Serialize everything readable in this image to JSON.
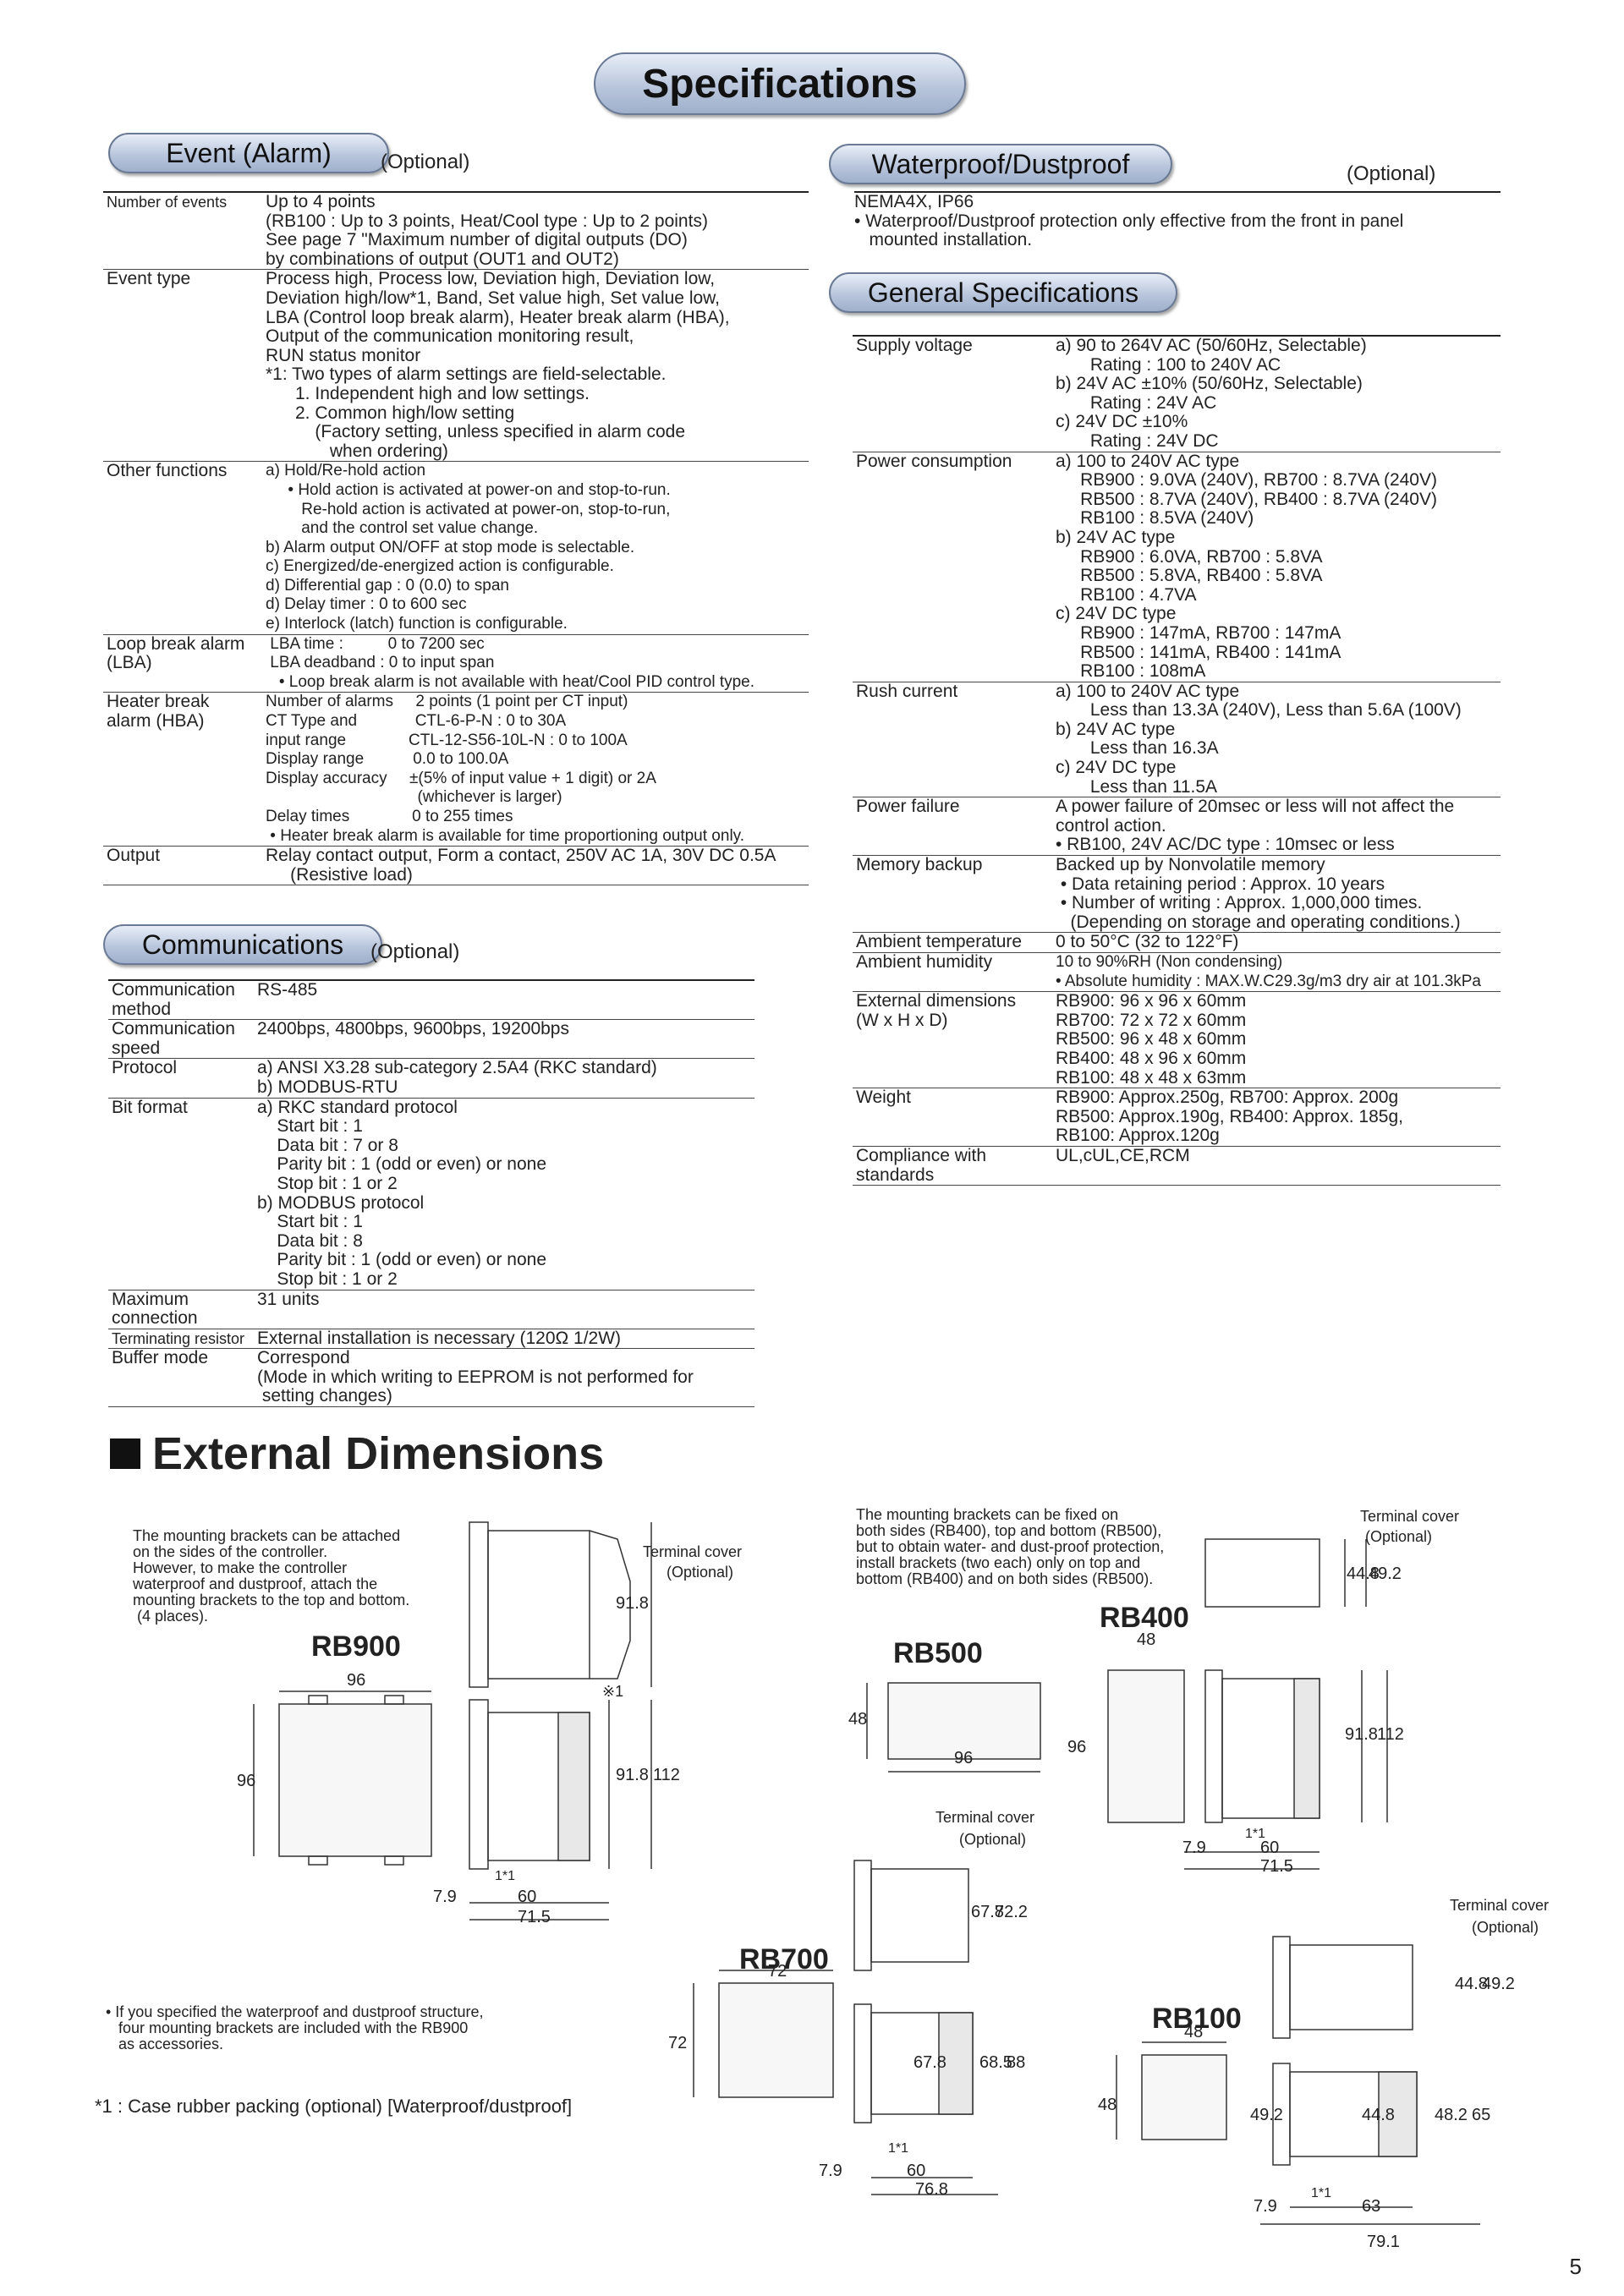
{
  "title": "Specifications",
  "page_number": "5",
  "event": {
    "heading": "Event (Alarm)",
    "optional": "(Optional)",
    "rows": [
      {
        "label": "Number of events",
        "value": "Up to 4 points\n(RB100 : Up to 3 points, Heat/Cool type : Up to 2 points)\nSee page 7 \"Maximum number of digital outputs (DO)\nby combinations of output (OUT1 and OUT2)"
      },
      {
        "label": "Event type",
        "value": "Process high, Process low, Deviation high, Deviation low,\nDeviation high/low*1, Band, Set value high, Set value low,\nLBA (Control loop break alarm), Heater break alarm (HBA),\nOutput of the communication monitoring result,\nRUN status monitor\n*1: Two types of alarm settings are field-selectable.\n      1. Independent high and low settings.\n      2. Common high/low setting\n          (Factory setting, unless specified in alarm code\n             when ordering)"
      },
      {
        "label": "Other functions",
        "value": "a) Hold/Re-hold action\n     • Hold action is activated at power-on and stop-to-run.\n        Re-hold action is activated at power-on, stop-to-run,\n        and the control set value change.\nb) Alarm output ON/OFF at stop mode is selectable.\nc) Energized/de-energized action is configurable.\nd) Differential gap : 0 (0.0) to span\nd) Delay timer : 0 to 600 sec\ne) Interlock (latch) function is configurable."
      },
      {
        "label": "Loop break alarm\n(LBA)",
        "value": " LBA time :          0 to 7200 sec\n LBA deadband : 0 to input span\n   • Loop break alarm is not available with heat/Cool PID control type."
      },
      {
        "label": "Heater break\nalarm (HBA)",
        "value": "Number of alarms     2 points (1 point per CT input)\nCT Type and             CTL-6-P-N : 0 to 30A\ninput range              CTL-12-S56-10L-N : 0 to 100A\nDisplay range           0.0 to 100.0A\nDisplay accuracy     ±(5% of input value + 1 digit) or 2A\n                                  (whichever is larger)\nDelay times              0 to 255 times\n • Heater break alarm is available for time proportioning output only."
      },
      {
        "label": "Output",
        "value": "Relay contact output, Form a contact, 250V AC 1A, 30V DC 0.5A\n     (Resistive load)"
      }
    ]
  },
  "communications": {
    "heading": "Communications",
    "optional": "(Optional)",
    "rows": [
      {
        "label": "Communication\nmethod",
        "value": "RS-485"
      },
      {
        "label": "Communication\nspeed",
        "value": "2400bps, 4800bps, 9600bps, 19200bps"
      },
      {
        "label": "Protocol",
        "value": "a) ANSI X3.28 sub-category 2.5A4 (RKC standard)\nb) MODBUS-RTU"
      },
      {
        "label": "Bit format",
        "value": "a) RKC standard protocol\n    Start bit : 1\n    Data bit : 7 or 8\n    Parity bit : 1 (odd or even) or none\n    Stop bit : 1 or 2\nb) MODBUS protocol\n    Start bit : 1\n    Data bit : 8\n    Parity bit : 1 (odd or even) or none\n    Stop bit : 1 or 2"
      },
      {
        "label": "Maximum\nconnection",
        "value": "31 units"
      },
      {
        "label": "Terminating resistor",
        "value": "External installation is necessary (120Ω 1/2W)"
      },
      {
        "label": "Buffer mode",
        "value": "Correspond\n(Mode in which writing to EEPROM is not performed for\n setting changes)"
      }
    ]
  },
  "waterproof": {
    "heading": "Waterproof/Dustproof",
    "optional": "(Optional)",
    "text": "NEMA4X, IP66\n• Waterproof/Dustproof protection only effective from the front in panel\n   mounted installation."
  },
  "general": {
    "heading": "General Specifications",
    "rows": [
      {
        "label": "Supply voltage",
        "value": "a) 90 to 264V AC (50/60Hz, Selectable)\n       Rating : 100 to 240V AC\nb) 24V AC ±10% (50/60Hz, Selectable)\n       Rating : 24V AC\nc) 24V DC ±10%\n       Rating : 24V DC"
      },
      {
        "label": "Power consumption",
        "value": "a) 100 to 240V AC type\n     RB900 : 9.0VA (240V), RB700 : 8.7VA (240V)\n     RB500 : 8.7VA (240V), RB400 : 8.7VA (240V)\n     RB100 : 8.5VA (240V)\nb) 24V AC type\n     RB900 : 6.0VA, RB700 : 5.8VA\n     RB500 : 5.8VA, RB400 : 5.8VA\n     RB100 : 4.7VA\nc) 24V DC type\n     RB900 : 147mA, RB700 : 147mA\n     RB500 : 141mA, RB400 : 141mA\n     RB100 : 108mA"
      },
      {
        "label": "Rush current",
        "value": "a) 100 to 240V AC type\n       Less than 13.3A (240V), Less than 5.6A (100V)\nb) 24V AC type\n       Less than 16.3A\nc) 24V DC type\n       Less than 11.5A"
      },
      {
        "label": "Power failure",
        "value": "A power failure of 20msec or less will not affect the\ncontrol action.\n• RB100, 24V AC/DC type : 10msec or less"
      },
      {
        "label": "Memory backup",
        "value": "Backed up by Nonvolatile memory\n • Data retaining period : Approx. 10 years\n • Number of writing : Approx. 1,000,000 times.\n   (Depending on storage and operating conditions.)"
      },
      {
        "label": "Ambient temperature",
        "value": "0 to 50°C (32 to 122°F)"
      },
      {
        "label": "Ambient humidity",
        "value": "10 to 90%RH (Non condensing)\n• Absolute humidity : MAX.W.C29.3g/m3 dry air at 101.3kPa"
      },
      {
        "label": "External dimensions\n(W x H x D)",
        "value": "RB900: 96 x 96 x 60mm\nRB700: 72 x 72 x 60mm\nRB500: 96 x 48 x 60mm\nRB400: 48 x 96 x 60mm\nRB100: 48 x 48 x 63mm"
      },
      {
        "label": "Weight",
        "value": "RB900: Approx.250g, RB700: Approx. 200g\nRB500: Approx.190g, RB400: Approx. 185g,\nRB100: Approx.120g"
      },
      {
        "label": "Compliance with\nstandards",
        "value": "UL,cUL,CE,RCM"
      }
    ]
  },
  "external": {
    "heading": "External Dimensions",
    "note_left": "The mounting brackets can be attached\non the sides of the controller.\nHowever, to make the controller\nwaterproof and dustproof, attach the\nmounting brackets to the top and bottom.\n (4 places).",
    "note_right": "The mounting brackets can be fixed on\nboth sides (RB400), top and bottom (RB500),\nbut to obtain water- and dust-proof protection,\ninstall brackets (two each) only on top and\nbottom (RB400) and on both sides (RB500).",
    "note_rb900": "• If you specified the waterproof and dustproof structure,\n   four mounting brackets are included with the RB900\n   as accessories.",
    "footnote": "*1 : Case rubber packing (optional) [Waterproof/dustproof]",
    "terminal_cover": "Terminal cover",
    "optional": "(Optional)",
    "models": [
      "RB900",
      "RB500",
      "RB400",
      "RB700",
      "RB100"
    ],
    "star1": "※1",
    "one_star": "1*1",
    "dims": {
      "rb900": {
        "w": "96",
        "h": "96",
        "d1": "91.8",
        "d2": "112",
        "s1": "7.9",
        "s2": "60",
        "s3": "71.5"
      },
      "rb500": {
        "w": "96",
        "h": "48"
      },
      "rb400": {
        "w": "48",
        "h": "96",
        "d1": "91.8",
        "d2": "112",
        "t1": "44.8",
        "t2": "49.2",
        "s1": "7.9",
        "s2": "60",
        "s3": "71.5"
      },
      "rb700": {
        "w": "72",
        "h": "72",
        "t1": "67.8",
        "t2": "72.2",
        "d1": "67.8",
        "d2": "68.5",
        "d3": "88",
        "s1": "7.9",
        "s2": "60",
        "s3": "76.8"
      },
      "rb100": {
        "w": "48",
        "h": "48",
        "t1": "44.8",
        "t2": "49.2",
        "d0": "49.2",
        "d1": "44.8",
        "d2": "48.2",
        "d3": "65",
        "s1": "7.9",
        "s2": "63",
        "s3": "79.1"
      }
    }
  }
}
